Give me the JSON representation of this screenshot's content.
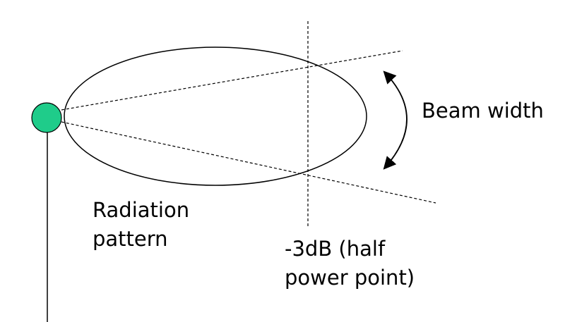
{
  "labels": {
    "beam_width": "Beam width",
    "radiation_pattern_line1": "Radiation",
    "radiation_pattern_line2": "pattern",
    "half_power_line1": "-3dB (half",
    "half_power_line2": "power point)"
  },
  "colors": {
    "antenna_fill": "#1fcc8a",
    "line": "#000000",
    "background": "#ffffff"
  }
}
